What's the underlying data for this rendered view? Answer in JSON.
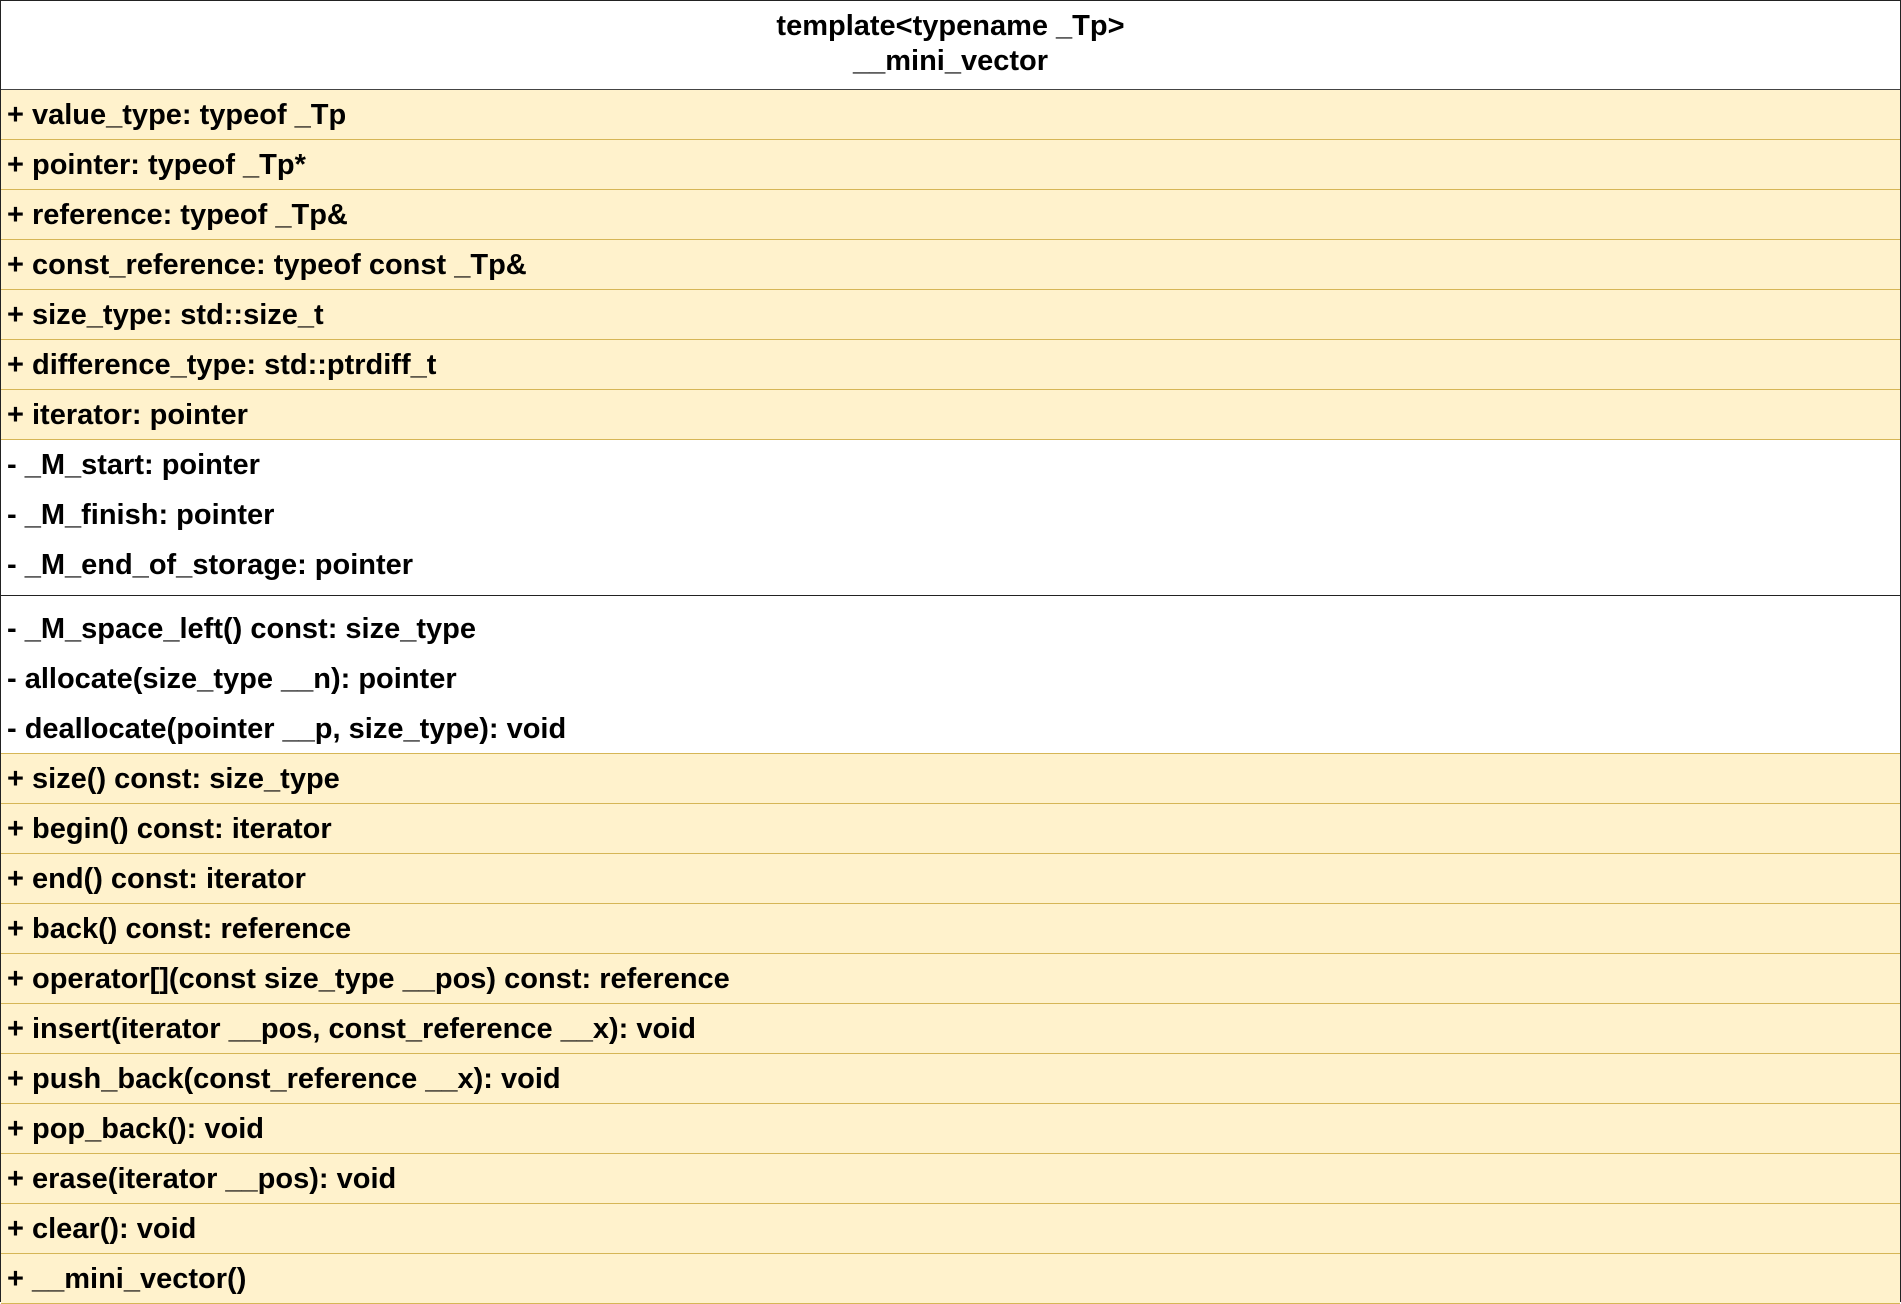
{
  "uml_class": {
    "template_line": "template<typename _Tp>",
    "class_name": "__mini_vector",
    "public_attributes": [
      "+ value_type: typeof _Tp",
      "+ pointer: typeof _Tp*",
      "+ reference: typeof _Tp&",
      "+ const_reference: typeof const _Tp&",
      "+ size_type: std::size_t",
      "+ difference_type: std::ptrdiff_t",
      "+ iterator: pointer"
    ],
    "private_attributes": [
      "- _M_start: pointer",
      "- _M_finish: pointer",
      "- _M_end_of_storage: pointer"
    ],
    "private_operations": [
      "- _M_space_left() const: size_type",
      "- allocate(size_type __n): pointer",
      "- deallocate(pointer __p, size_type): void"
    ],
    "public_operations": [
      "+ size() const: size_type",
      "+ begin() const: iterator",
      "+ end() const: iterator",
      "+ back() const: reference",
      "+ operator[](const size_type __pos) const: reference",
      "+ insert(iterator __pos, const_reference __x): void",
      "+ push_back(const_reference __x): void",
      "+ pop_back(): void",
      "+ erase(iterator __pos): void",
      "+ clear(): void",
      "+ __mini_vector()"
    ]
  },
  "colors": {
    "public_fill": "#fff2cc",
    "public_border": "#d6b656",
    "private_fill": "#ffffff",
    "outline": "#222222"
  }
}
